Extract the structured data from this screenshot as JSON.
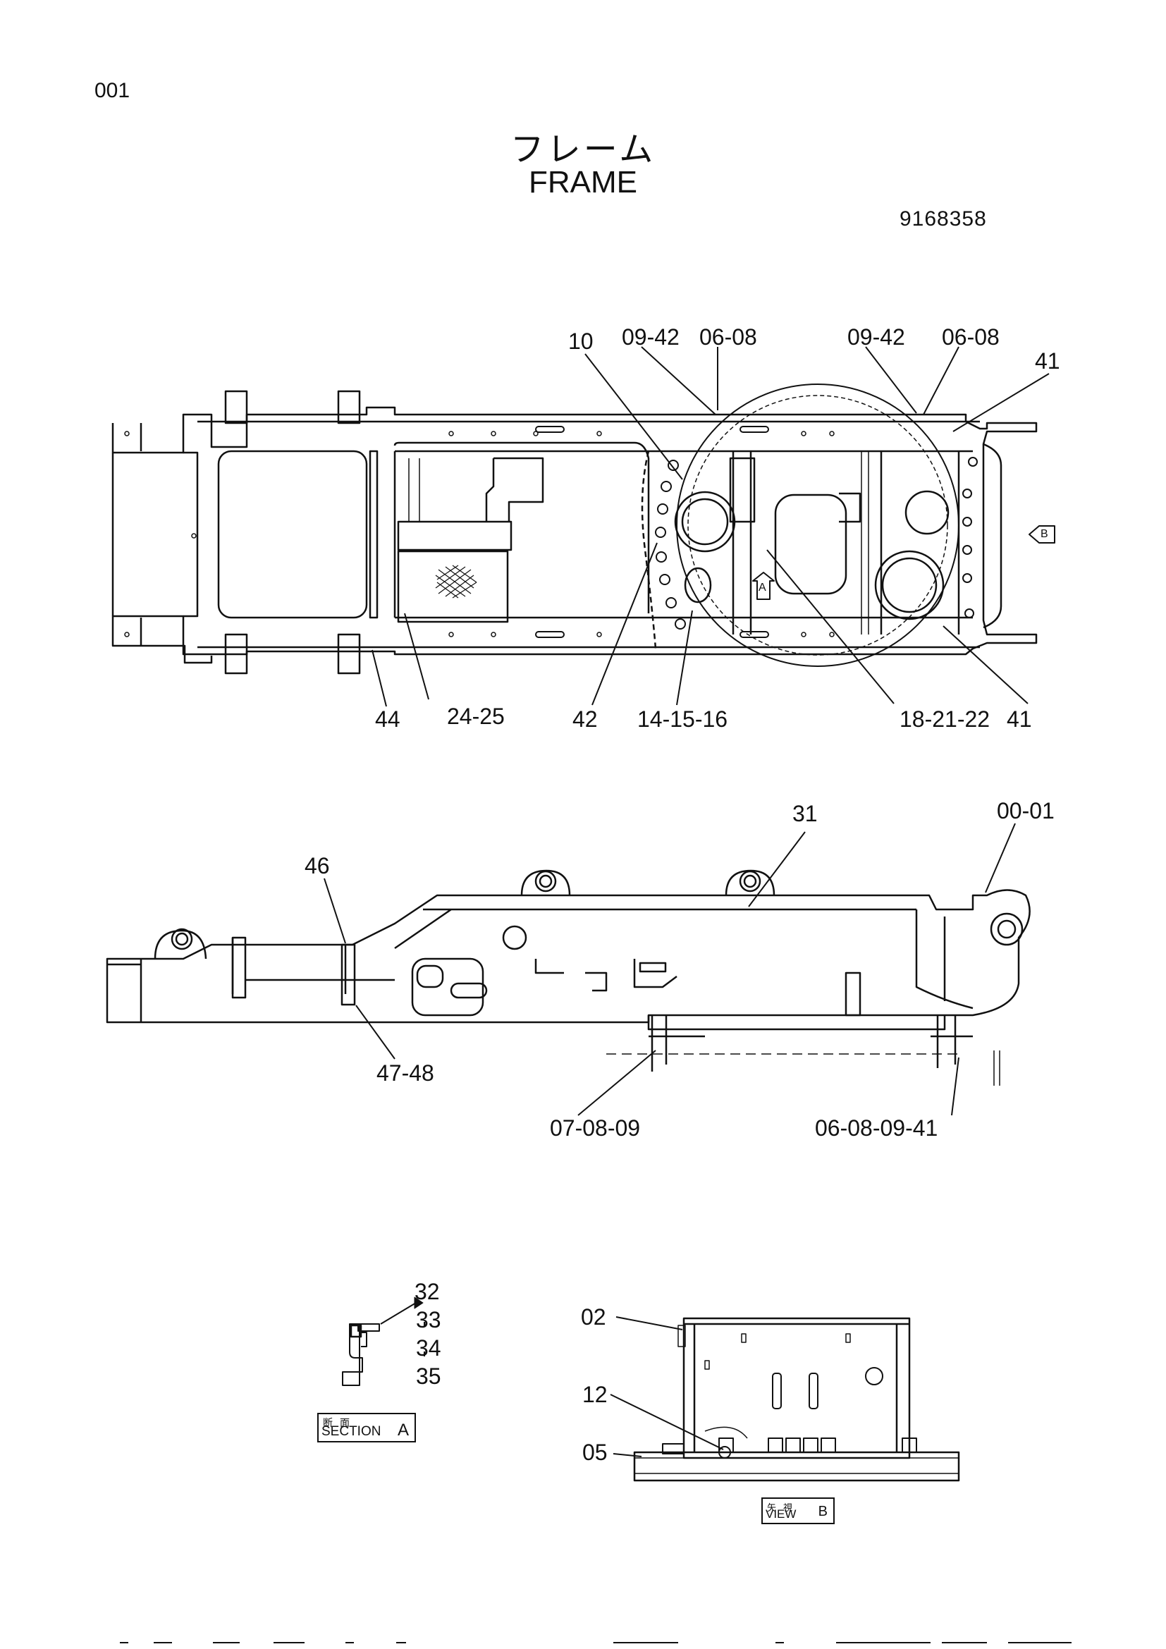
{
  "header": {
    "page_number": "001",
    "title_jp": "フレーム",
    "title_en": "FRAME",
    "part_number": "9168358"
  },
  "top_view": {
    "callouts": {
      "c10": "10",
      "c0942a": "09-42",
      "c0608a": "06-08",
      "c0942b": "09-42",
      "c0608b": "06-08",
      "c41a": "41",
      "c44": "44",
      "c2425": "24-25",
      "c42": "42",
      "c141516": "14-15-16",
      "c182122": "18-21-22",
      "c41b": "41"
    },
    "view_marker_a": "A",
    "view_marker_b": "B"
  },
  "side_view": {
    "callouts": {
      "c31": "31",
      "c0001": "00-01",
      "c46": "46",
      "c4748": "47-48",
      "c070809": "07-08-09",
      "c06080941": "06-08-09-41"
    }
  },
  "section_a": {
    "callouts": [
      "32",
      "33",
      "34",
      "35"
    ],
    "label_jp": "断面",
    "label_en": "SECTION",
    "label_letter": "A"
  },
  "view_b": {
    "callouts": {
      "c02": "02",
      "c12": "12",
      "c05": "05"
    },
    "label_jp": "矢視",
    "label_en": "VIEW",
    "label_letter": "B"
  }
}
